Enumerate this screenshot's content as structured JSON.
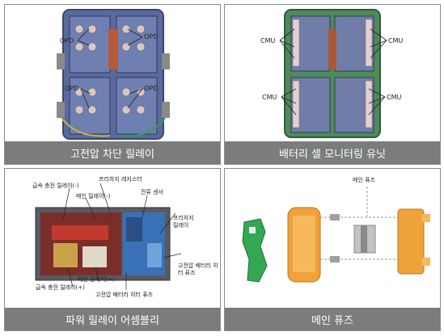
{
  "panels": [
    {
      "caption": "고전압 차단 릴레이",
      "labels": [
        "OPD",
        "OPD",
        "OPD",
        "OPD"
      ]
    },
    {
      "caption": "배터리 셀 모니터링 유닛",
      "labels": [
        "CMU",
        "CMU",
        "CMU",
        "CMU"
      ]
    },
    {
      "caption": "파워 릴레이 어셈블리",
      "labels": {
        "precharge_resistor": "프리차지 레지스터",
        "fast_charge_relay_minus": "급속 충전 릴레이(-)",
        "main_relay_minus": "메인 릴레이(-)",
        "current_sensor": "전류 센서",
        "precharge_relay": "프리차지 릴레이",
        "hv_battery_heater_fuse_right": "고전압 배터리 히터 퓨즈",
        "main_relay_plus": "메인 릴레이(+)",
        "fast_charge_relay_plus": "급속 충전 릴레이(+)",
        "hv_battery_heater_fuse_bottom": "고전압 배터리 히터 퓨즈"
      }
    },
    {
      "caption": "메인 퓨즈",
      "labels": [
        "메인 퓨즈"
      ]
    }
  ]
}
